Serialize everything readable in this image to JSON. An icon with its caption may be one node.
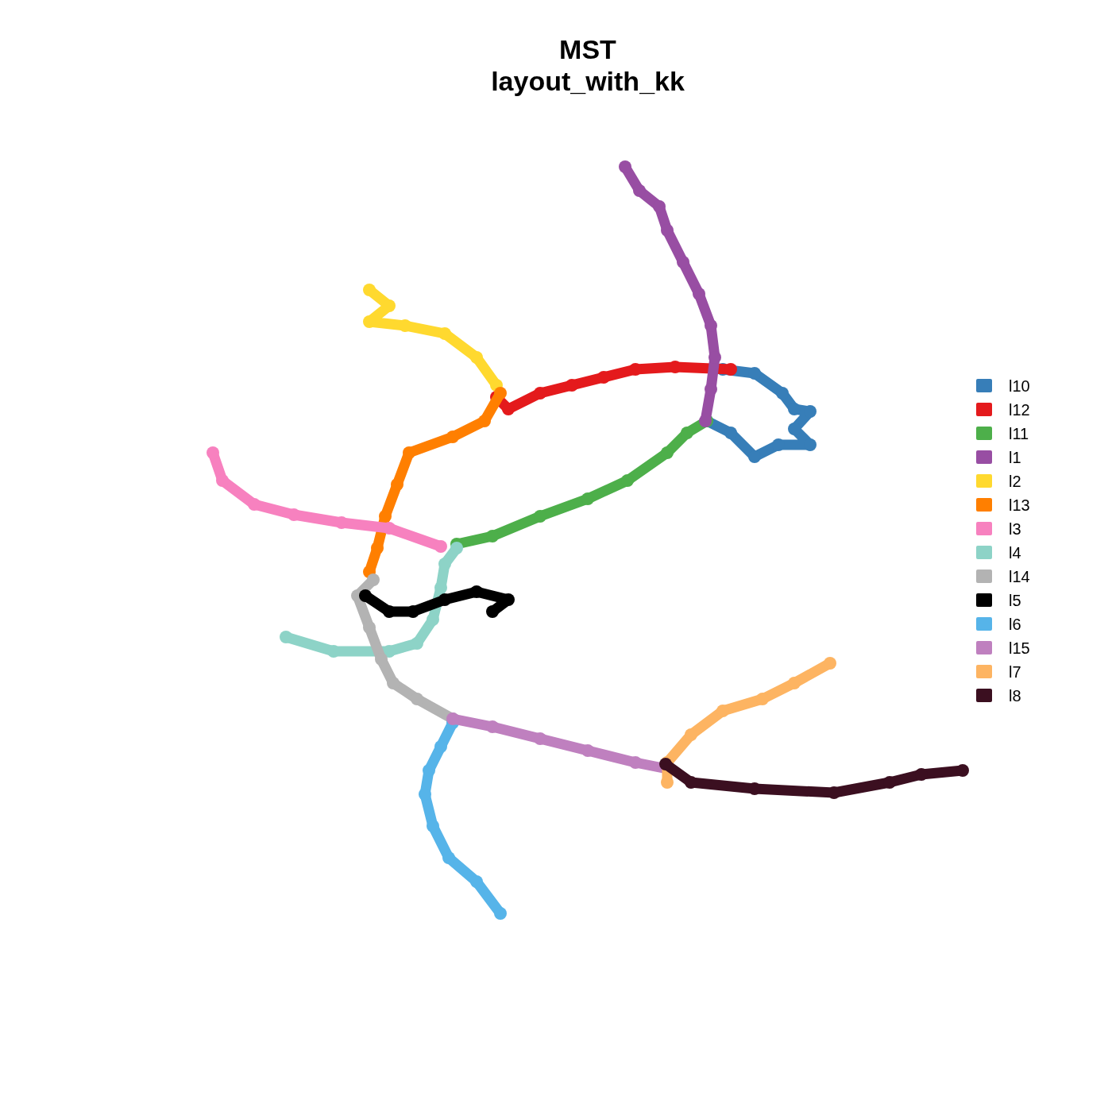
{
  "diagram": {
    "title": "MST layout_with_kk",
    "legend": [
      {
        "text": "l10",
        "color": "#377eb8"
      },
      {
        "text": "l12",
        "color": "#e41a1c"
      },
      {
        "text": "l11",
        "color": "#4daf4a"
      },
      {
        "text": "l1",
        "color": "#984ea3"
      },
      {
        "text": "l2",
        "color": "#ffd92f"
      },
      {
        "text": "l13",
        "color": "#ff7f00"
      },
      {
        "text": "l3",
        "color": "#f781bf"
      },
      {
        "text": "l4",
        "color": "#8dd3c7"
      },
      {
        "text": "l14",
        "color": "#b3b3b3"
      },
      {
        "text": "l5",
        "color": "#000000"
      },
      {
        "text": "l6",
        "color": "#56b4e9"
      },
      {
        "text": "l15",
        "color": "#bf80bf"
      },
      {
        "text": "l7",
        "color": "#fdb462"
      },
      {
        "text": "l8",
        "color": "#3b0f20"
      }
    ]
  }
}
